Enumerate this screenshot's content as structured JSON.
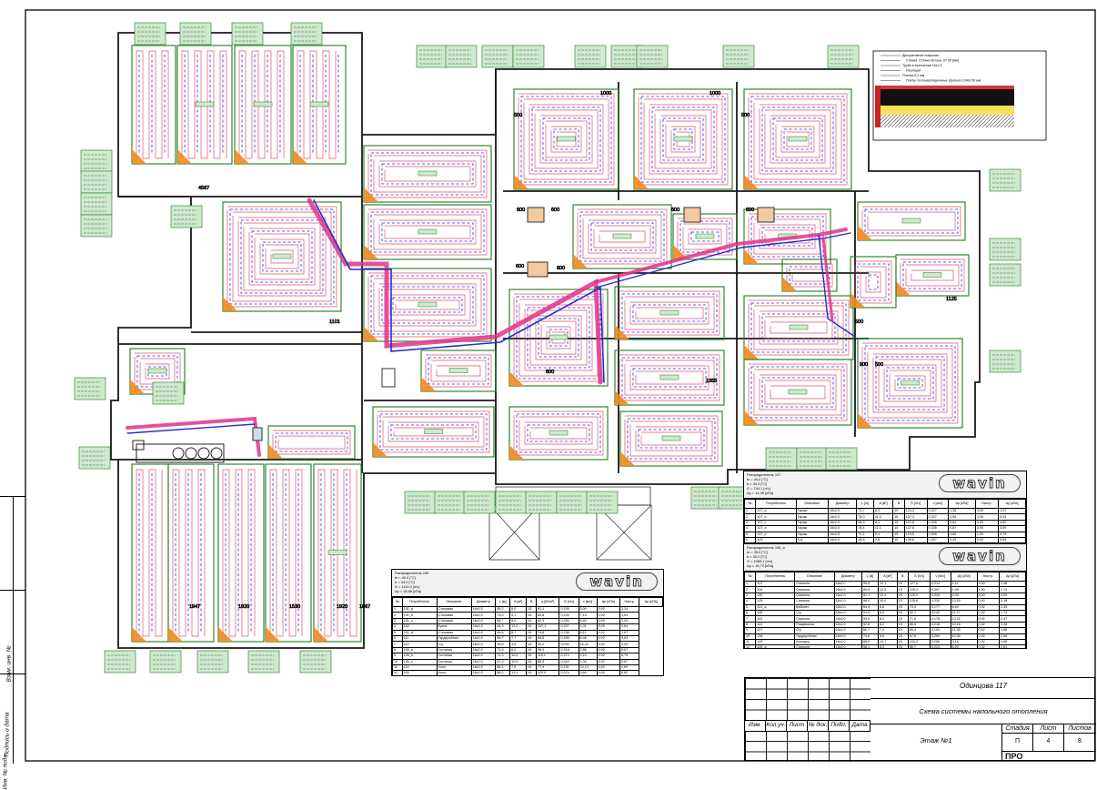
{
  "drawing": {
    "project": "Одинцова 117",
    "title": "Схема системы напольного отопления",
    "floor": "Этаж №1",
    "stage_header": "Стадия",
    "sheet_header": "Лист",
    "sheets_header": "Листов",
    "stage": "П",
    "sheet": "4",
    "sheets": "8",
    "company_logo": "ПРО"
  },
  "title_block_columns": [
    "Изм.",
    "Кол.уч.",
    "Лист",
    "№ док.",
    "Подп.",
    "Дата"
  ],
  "side_stamp": [
    "Взам. инв. №",
    "Подпись и дата",
    "Инв. № подл."
  ],
  "brand": "wavin",
  "dimensions": [
    "1000",
    "1000",
    "500",
    "500",
    "600",
    "600",
    "600",
    "600",
    "600",
    "600",
    "1101",
    "1947",
    "1920",
    "1530",
    "1920",
    "1867",
    "4567",
    "500",
    "1125",
    "1355",
    "500",
    "900",
    "600"
  ],
  "tables": [
    {
      "header": [
        "Распределитель 109",
        "tп = 40,0 [°C]",
        "tr = 34,0 [°C]",
        "G = 1110,0 [л/ч]",
        "Δp = 18,68 [кПа]"
      ],
      "columns": [
        "№",
        "Потребитель",
        "Описание",
        "Диаметр",
        "L [м]",
        "A [м²]",
        "B",
        "q [Вт/м²]",
        "G [л/ч]",
        "v [м/с]",
        "Δp [кПа]",
        "Настр.",
        "Δp [кПа]"
      ],
      "rows": [
        [
          "1",
          "101_a",
          "Столовая",
          "16x2,0",
          "89,2",
          "8,0",
          "15",
          "91,1",
          "0,159",
          "5,00",
          "0,92",
          "3,14"
        ],
        [
          "2",
          "101_b",
          "Столовая",
          "16x2,0",
          "73,0",
          "9,1",
          "15",
          "80,8",
          "0,233",
          "7,13",
          "0,92",
          "3,04"
        ],
        [
          "3",
          "101_c",
          "Столовая",
          "16x2,0",
          "88,7",
          "8,0",
          "15",
          "60,3",
          "0,254",
          "6,50",
          "0,59",
          "3,29"
        ],
        [
          "4",
          "102",
          "Кухня",
          "16x2,0",
          "64,3",
          "13,2",
          "15",
          "137,1",
          "0,337",
          "1,01",
          "0,00",
          "0,64"
        ],
        [
          "5",
          "101_d",
          "Столовая",
          "16x2,0",
          "45,6",
          "8,7",
          "15",
          "74,6",
          "0,236",
          "8,11",
          "0,92",
          "2,67"
        ],
        [
          "6",
          "111",
          "Гардеробная",
          "16x2,0",
          "56,7",
          "7,7",
          "15",
          "68,6",
          "0,259",
          "6,48",
          "0,92",
          "3,63"
        ],
        [
          "7",
          "110",
          "С/у",
          "16x2,0",
          "35,6",
          "3,6",
          "15",
          "34,2",
          "0,094",
          "16,22",
          "0,92",
          "0,29"
        ],
        [
          "8",
          "106_a",
          "Гостиная",
          "16x2,0",
          "71,0",
          "6,0",
          "15",
          "98,0",
          "0,318",
          "2,86",
          "0,92",
          "6,07"
        ],
        [
          "9",
          "106_b",
          "Гостиная",
          "16x2,0",
          "73,3",
          "10,0",
          "15",
          "115,1",
          "0,373",
          "3,10",
          "0,92",
          "6,79"
        ],
        [
          "10",
          "106_c",
          "Гостиная",
          "16x2,0",
          "67,3",
          "10,0",
          "15",
          "88,8",
          "0,310",
          "3,36",
          "0,92",
          "5,67"
        ],
        [
          "11",
          "115",
          "Холл",
          "16x2,0",
          "86,4",
          "7,5",
          "15",
          "77,9",
          "0,191",
          "10,14",
          "0,92",
          "2,69"
        ],
        [
          "12",
          "116",
          "Холл",
          "16x2,0",
          "68,2",
          "13,1",
          "15",
          "120,0",
          "0,374",
          "0,64",
          "0,00",
          "6,82"
        ]
      ]
    },
    {
      "header": [
        "Распределитель 107",
        "tп = 40,0 [°C]",
        "tr = 34,0 [°C]",
        "G = 744,1 [л/ч]",
        "Δp = 14,39 [кПа]"
      ],
      "columns": [
        "№",
        "Потребитель",
        "Описание",
        "Диаметр",
        "L [м]",
        "A [м²]",
        "B",
        "G [л/ч]",
        "v [м/с]",
        "Δp [кПа]",
        "Настр.",
        "Δp [кПа]"
      ],
      "rows": [
        [
          "1",
          "107_a",
          "Гараж",
          "16x2,0",
          "73,7",
          "8,3",
          "15",
          "133,3",
          "0,327",
          "1,38",
          "3,00",
          "1,01"
        ],
        [
          "2",
          "107_b",
          "Гараж",
          "16x2,0",
          "78,0",
          "11,3",
          "15",
          "137,3",
          "0,327",
          "1,96",
          "3,00",
          "0,94"
        ],
        [
          "3",
          "107_c",
          "Гараж",
          "16x2,0",
          "56,9",
          "8,3",
          "15",
          "131,8",
          "0,348",
          "3,64",
          "3,00",
          "4,60"
        ],
        [
          "4",
          "107_d",
          "Гараж",
          "16x2,0",
          "78,4",
          "11,1",
          "15",
          "137,8",
          "0,336",
          "0,87",
          "3,00",
          "0,59"
        ],
        [
          "5",
          "107_e",
          "Гараж",
          "16x2,0",
          "73,1",
          "9,4",
          "15",
          "125,5",
          "0,308",
          "0,66",
          "1,00",
          "0,79"
        ],
        [
          "6",
          "103",
          "С/у",
          "16x2,0",
          "48,5",
          "3,8",
          "15",
          "138,6",
          "0,287",
          "3,39",
          "0,00",
          "0,84"
        ]
      ]
    },
    {
      "header": [
        "Распределитель 105_a",
        "tп = 35,0 [°C]",
        "tr = 30,0 [°C]",
        "G = 1083,1 [л/ч]",
        "Δp = 15,72 [кПа]"
      ],
      "columns": [
        "№",
        "Потребитель",
        "Описание",
        "Диаметр",
        "L [м]",
        "A [м²]",
        "B",
        "G [л/ч]",
        "v [м/с]",
        "Δp [кПа]",
        "Настр.",
        "Δp [кПа]"
      ],
      "rows": [
        [
          "1",
          "112",
          "Спальня",
          "16x2,0",
          "96,8",
          "12,1",
          "15",
          "127,6",
          "0,313",
          "1,11",
          "3,00",
          "2,48"
        ],
        [
          "2",
          "118",
          "Спальня",
          "16x2,0",
          "85,5",
          "12,5",
          "15",
          "125,2",
          "0,307",
          "1,05",
          "1,00",
          "2,74"
        ],
        [
          "3",
          "120",
          "Спальня",
          "16x2,0",
          "81,1",
          "12,4",
          "15",
          "120,0",
          "0,329",
          "4,00",
          "3,00",
          "4,52"
        ],
        [
          "4",
          "125",
          "Спальня",
          "16x2,0",
          "98,0",
          "10,0",
          "15",
          "135,6",
          "0,330",
          "13,00",
          "0,00",
          "4,18"
        ],
        [
          "5",
          "121_a",
          "Кабинет",
          "16x2,0",
          "64,9",
          "6,6",
          "15",
          "73,0",
          "0,177",
          "6,92",
          "0,92",
          "2,49"
        ],
        [
          "6",
          "126",
          "С/у",
          "16x2,0",
          "51,6",
          "5,3",
          "15",
          "52,1",
          "0,142",
          "11,17",
          "0,92",
          "1,74"
        ],
        [
          "7",
          "122",
          "Спальня",
          "16x2,0",
          "55,6",
          "8,2",
          "15",
          "71,6",
          "0,176",
          "13,21",
          "0,92",
          "2,47"
        ],
        [
          "8",
          "124",
          "Раздевалка",
          "16x2,0",
          "52,8",
          "8,2",
          "15",
          "86,6",
          "0,218",
          "10,16",
          "0,92",
          "3,08"
        ],
        [
          "9",
          "127",
          "С/у",
          "16x2,0",
          "60,7",
          "7,4",
          "15",
          "60,4",
          "0,153",
          "11,38",
          "0,92",
          "1,86"
        ],
        [
          "10",
          "128",
          "Гардеробная",
          "16x2,0",
          "74,6",
          "8,0",
          "15",
          "67,8",
          "0,200",
          "10,30",
          "0,92",
          "2,89"
        ],
        [
          "11",
          "129",
          "Коридор",
          "16x2,0",
          "85,0",
          "10,7",
          "15",
          "103,2",
          "0,256",
          "3,16",
          "0,92",
          "4,68"
        ],
        [
          "12",
          "105_a",
          "Спальня",
          "16x2,0",
          "58,1",
          "8,3",
          "15",
          "80,7",
          "0,223",
          "6,20",
          "0,92",
          "2,61"
        ]
      ]
    }
  ],
  "section_legend": [
    "Декоративное покрытие",
    "Стяжка. Стяжка бетона, δ= 50 [мм]",
    "Труба в Крепление 16х2,0",
    "Изоляция",
    "Пленка 0,2 мм",
    "Плиты теплоизоляционные (фольга 0,040) 50 мм"
  ],
  "colors": {
    "wall": "#1a1a1a",
    "zone_outline": "#1f7a1f",
    "supply_pipe": "#d9345a",
    "return_pipe": "#2b2bd0",
    "manifold_trunk": "#e0338a",
    "label_fill": "#cfe9cf",
    "corner_marker": "#f08a1c"
  }
}
